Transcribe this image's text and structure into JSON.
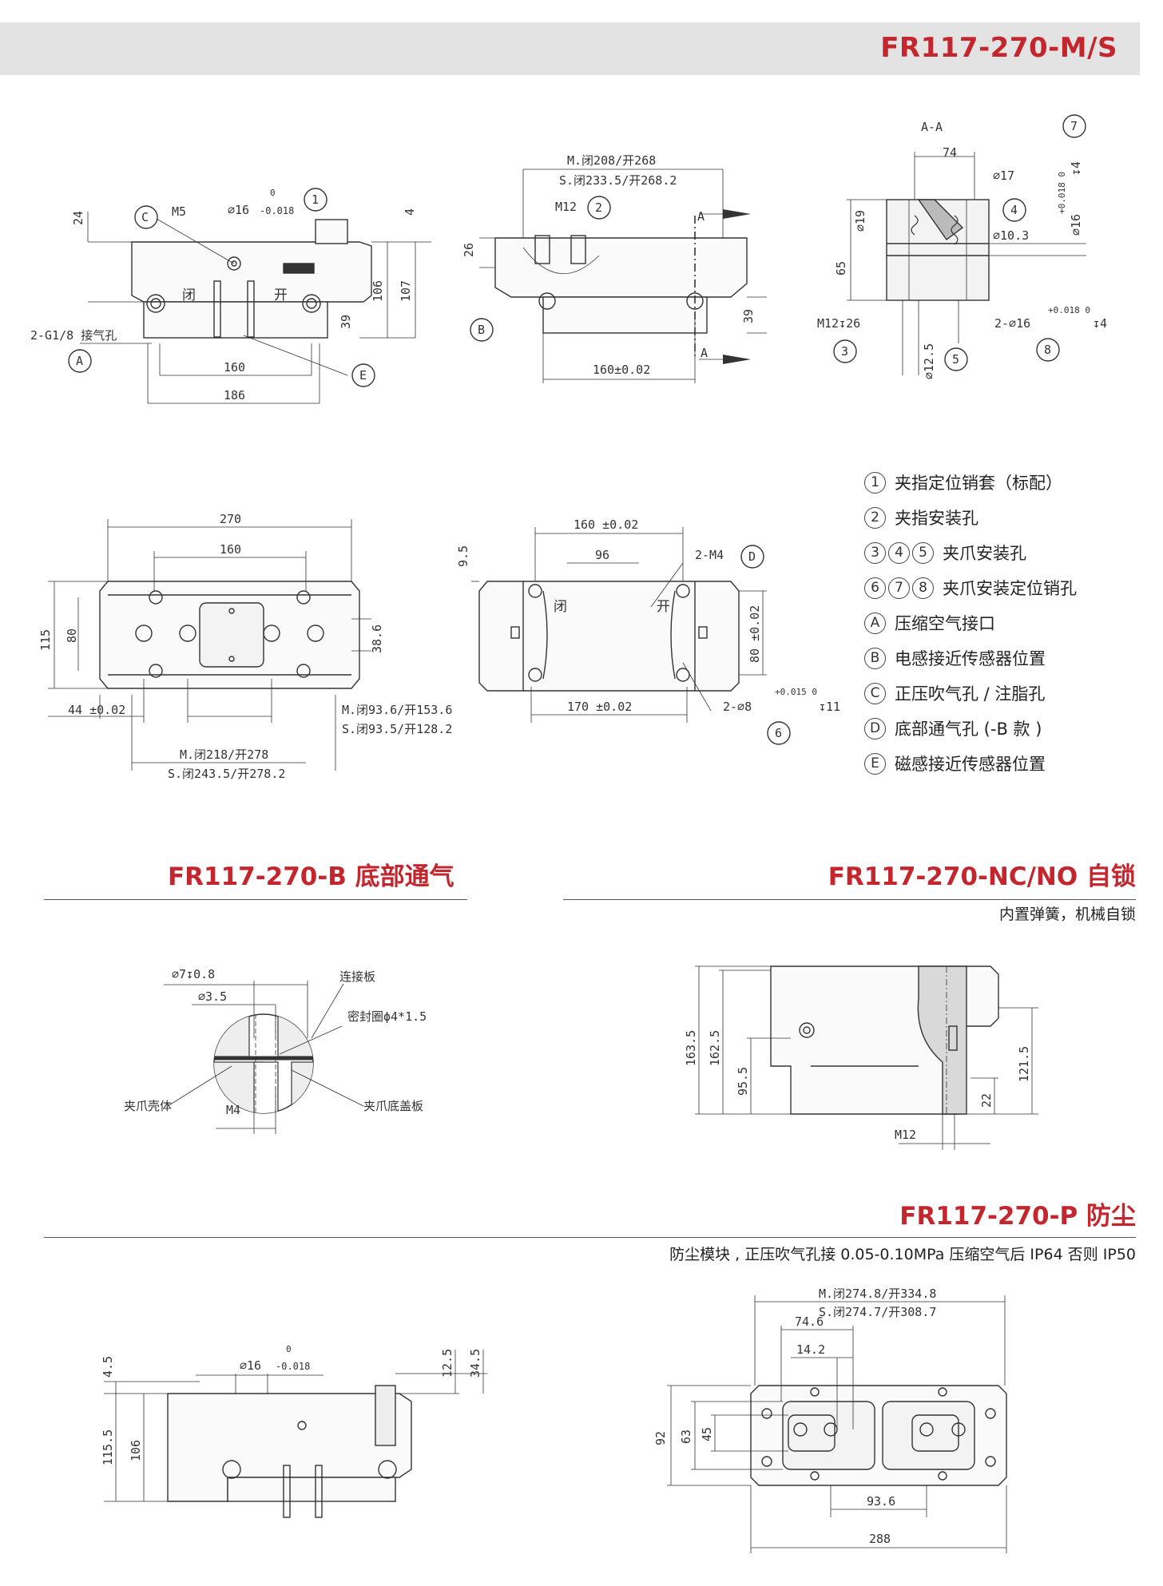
{
  "header": {
    "title": "FR117-270-M/S"
  },
  "legend": [
    {
      "marks": [
        "1"
      ],
      "text": "夹指定位销套（标配）"
    },
    {
      "marks": [
        "2"
      ],
      "text": "夹指安装孔"
    },
    {
      "marks": [
        "3",
        "4",
        "5"
      ],
      "text": "夹爪安装孔"
    },
    {
      "marks": [
        "6",
        "7",
        "8"
      ],
      "text": "夹爪安装定位销孔"
    },
    {
      "marks": [
        "A"
      ],
      "text": "压缩空气接口"
    },
    {
      "marks": [
        "B"
      ],
      "text": "电感接近传感器位置"
    },
    {
      "marks": [
        "C"
      ],
      "text": "正压吹气孔 / 注脂孔"
    },
    {
      "marks": [
        "D"
      ],
      "text": "底部通气孔 (-B 款 )"
    },
    {
      "marks": [
        "E"
      ],
      "text": "磁感接近传感器位置"
    }
  ],
  "sections": {
    "bottom_vent": {
      "title": "FR117-270-B 底部通气"
    },
    "self_lock": {
      "title": "FR117-270-NC/NO 自锁",
      "subtitle": "内置弹簧，机械自锁"
    },
    "dust": {
      "title": "FR117-270-P 防尘",
      "subtitle": "防尘模块 , 正压吹气孔接 0.05-0.10MPa 压缩空气后 IP64 否则 IP50"
    }
  },
  "drawing_labels": {
    "front": {
      "d16": "∅16",
      "tol_top": "0",
      "tol_bottom": "-0.018",
      "m5": "M5",
      "d24": "24",
      "d4": "4",
      "d106": "106",
      "d107": "107",
      "d39": "39",
      "d160": "160",
      "d186": "186",
      "port": "2-G1/8 接气孔",
      "close": "闭",
      "open": "开",
      "c": "C",
      "a": "A",
      "e": "E",
      "one": "1"
    },
    "side": {
      "m_stroke": "M.闭208/开268",
      "s_stroke": "S.闭233.5/开268.2",
      "m12": "M12",
      "d26": "26",
      "d39": "39",
      "d160": "160±0.02",
      "sec_a": "A",
      "b": "B",
      "two": "2"
    },
    "section_aa": {
      "title": "A-A",
      "d74": "74",
      "d17": "∅17",
      "d19": "∅19",
      "d103": "∅10.3",
      "d65": "65",
      "d16": "∅16",
      "tol": "+0.018 0",
      "dep4": "↧4",
      "m12": "M12↧26",
      "pin": "2-∅16",
      "pin_tol": "+0.018 0",
      "pin_dep": "↧4",
      "d125": "∅12.5",
      "n3": "3",
      "n4": "4",
      "n5": "5",
      "n7": "7",
      "n8": "8"
    },
    "top": {
      "d270": "270",
      "d160": "160",
      "d115": "115",
      "d80": "80",
      "d386": "38.6",
      "d44": "44 ±0.02",
      "m_stroke": "M.闭93.6/开153.6",
      "s_stroke": "S.闭93.5/开128.2",
      "m_total": "M.闭218/开278",
      "s_total": "S.闭243.5/开278.2"
    },
    "bottom": {
      "d160": "160 ±0.02",
      "d96": "96",
      "m4": "2-M4",
      "d": "D",
      "d95": "9.5",
      "d80": "80 ±0.02",
      "d170": "170 ±0.02",
      "pin": "2-∅8",
      "pin_tol": "+0.015 0",
      "pin_dep": "↧11",
      "six": "6",
      "close": "闭",
      "open": "开"
    },
    "vent": {
      "d7": "∅7↧0.8",
      "d35": "∅3.5",
      "plate": "连接板",
      "seal": "密封圈ϕ4*1.5",
      "shell": "夹爪壳体",
      "m4": "M4",
      "cover": "夹爪底盖板"
    },
    "lock": {
      "d1635": "163.5",
      "d1625": "162.5",
      "d955": "95.5",
      "d1215": "121.5",
      "d22": "22",
      "m12": "M12"
    },
    "dust_front": {
      "d16": "∅16",
      "tol_top": "0",
      "tol_bottom": "-0.018",
      "d45": "4.5",
      "d125": "12.5",
      "d345": "34.5",
      "d1155": "115.5",
      "d106": "106"
    },
    "dust_top": {
      "m_stroke": "M.闭274.8/开334.8",
      "s_stroke": "S.闭274.7/开308.7",
      "d746": "74.6",
      "d142": "14.2",
      "d92": "92",
      "d63": "63",
      "d45": "45",
      "d936": "93.6",
      "d288": "288"
    }
  }
}
